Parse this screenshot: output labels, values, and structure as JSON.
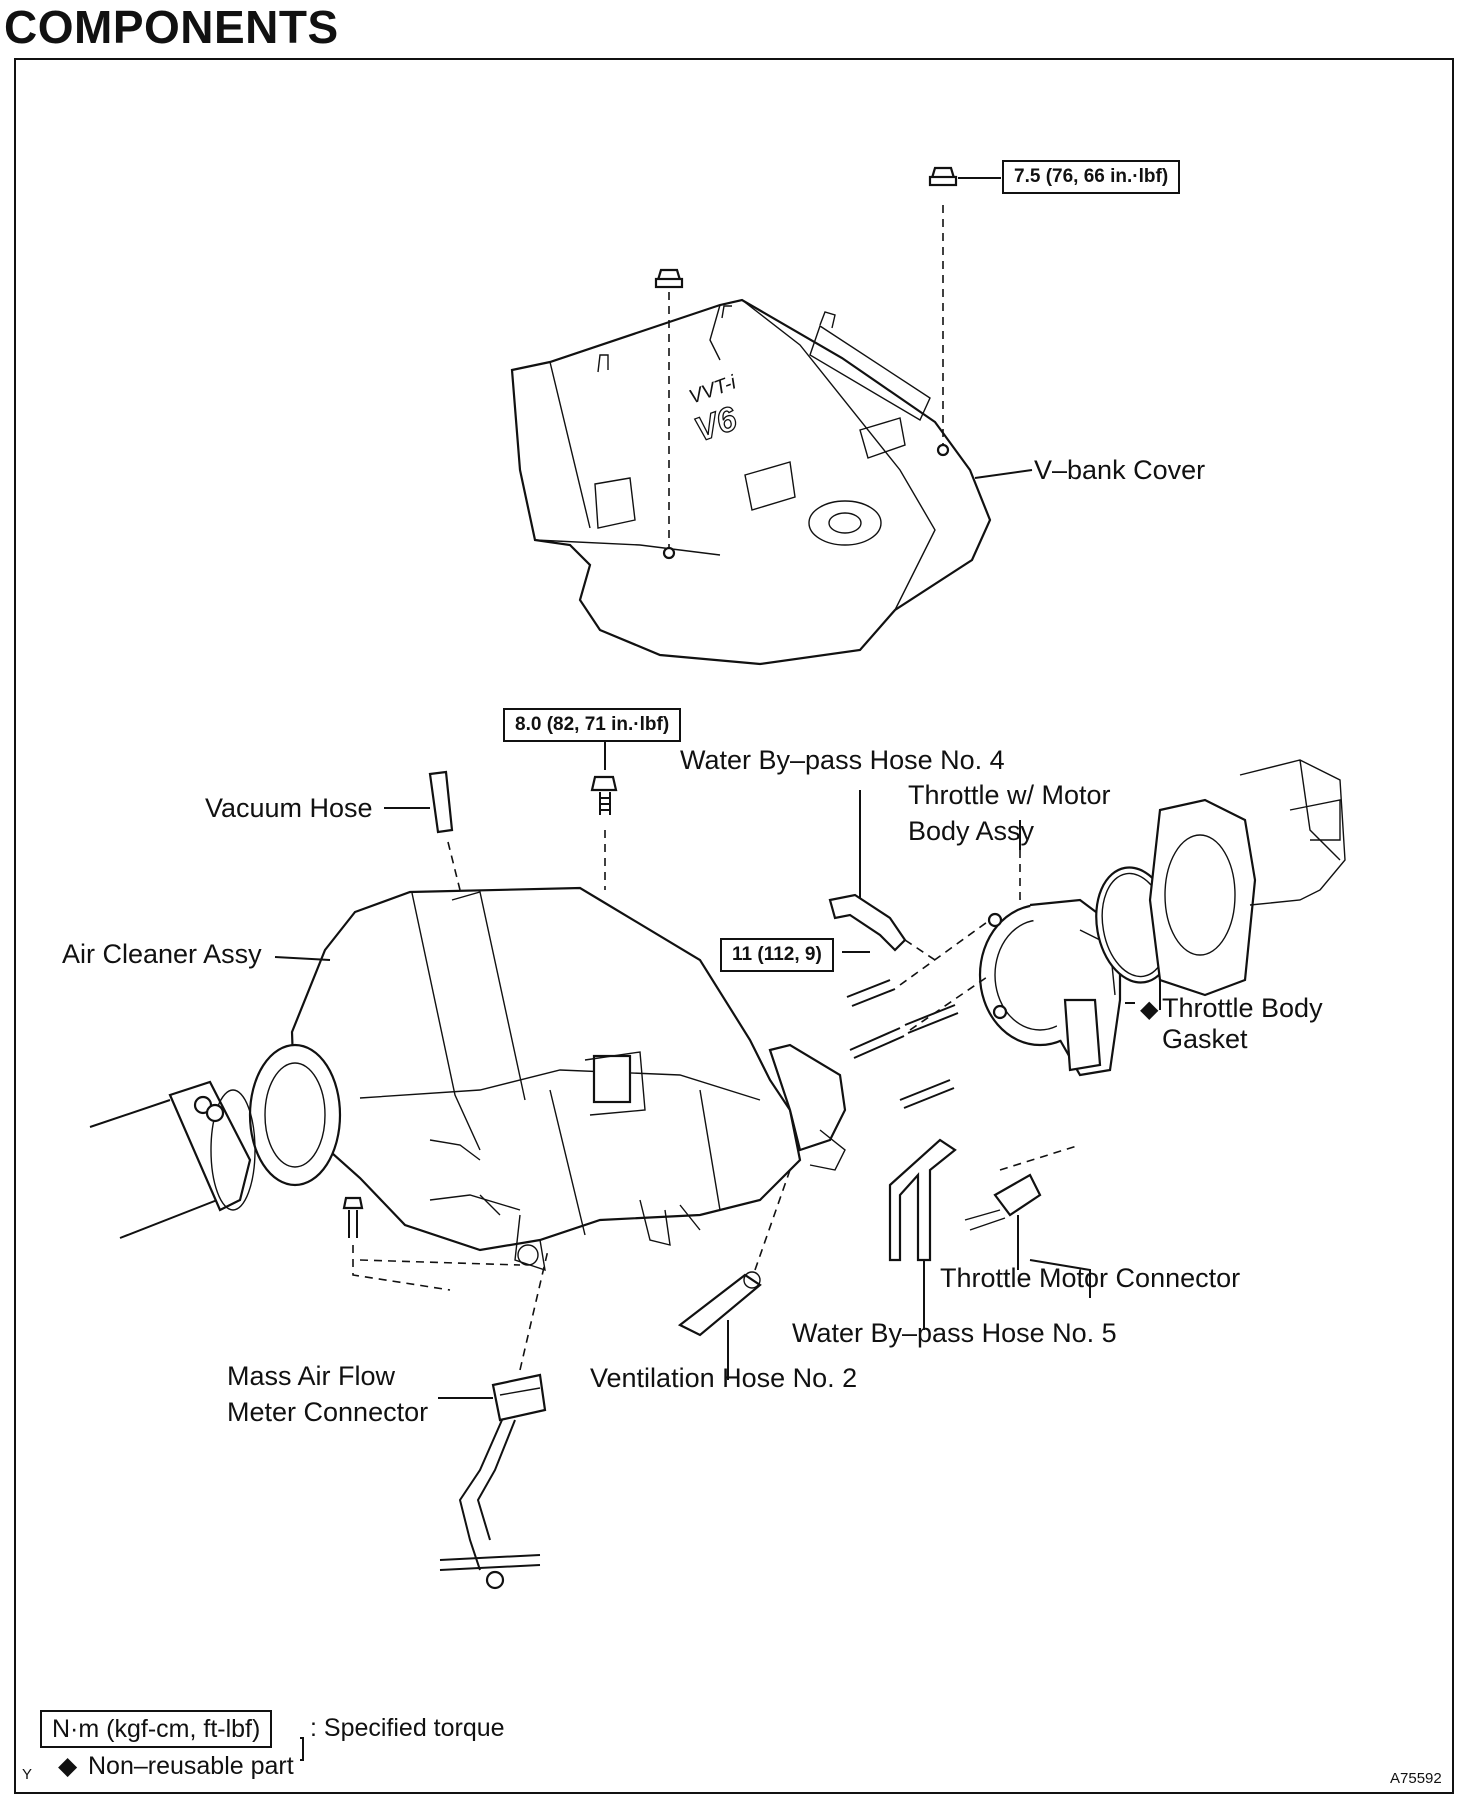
{
  "title": "COMPONENTS",
  "torques": {
    "top_nut": "7.5 (76, 66 in.·lbf)",
    "cleaner_bolt": "8.0 (82, 71 in.·lbf)",
    "throttle_bolts": "11 (112, 9)"
  },
  "labels": {
    "vbank_cover": "V–bank Cover",
    "vacuum_hose": "Vacuum Hose",
    "air_cleaner": "Air Cleaner Assy",
    "water_hose_4": "Water By–pass Hose No. 4",
    "throttle_body_1": "Throttle w/ Motor",
    "throttle_body_2": "Body Assy",
    "gasket_1": "Throttle Body",
    "gasket_2": "Gasket",
    "throttle_motor_conn": "Throttle Motor Connector",
    "water_hose_5": "Water By–pass Hose No. 5",
    "vent_hose": "Ventilation Hose No. 2",
    "maf_1": "Mass Air Flow",
    "maf_2": "Meter Connector",
    "cover_logo_1": "VVT-i",
    "cover_logo_2": "V6"
  },
  "legend": {
    "torque_unit": "N·m (kgf-cm, ft-lbf)",
    "torque_desc": ": Specified torque",
    "nonreusable": "Non–reusable part",
    "diamond": "◆"
  },
  "corner": {
    "left_mark": "Y",
    "figure_id": "A75592"
  }
}
